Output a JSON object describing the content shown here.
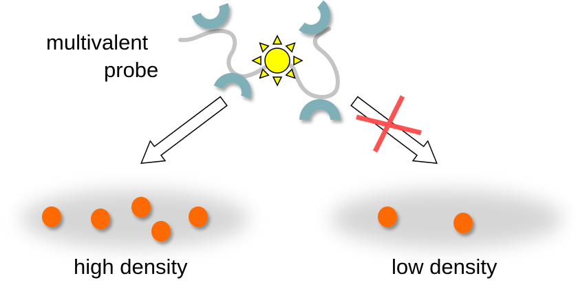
{
  "labels": {
    "probe_line1": "multivalent",
    "probe_line2": "probe",
    "high": "high density",
    "low": "low density"
  },
  "colors": {
    "binder": "#7fb0b8",
    "linker": "#c4c4c4",
    "sun": "#ffff00",
    "dot": "#ff6a00",
    "surface": "#d6d6d6",
    "cross": "#ff4a4a"
  },
  "icons": [
    "sun-icon",
    "cross-icon",
    "arrow-icon"
  ]
}
